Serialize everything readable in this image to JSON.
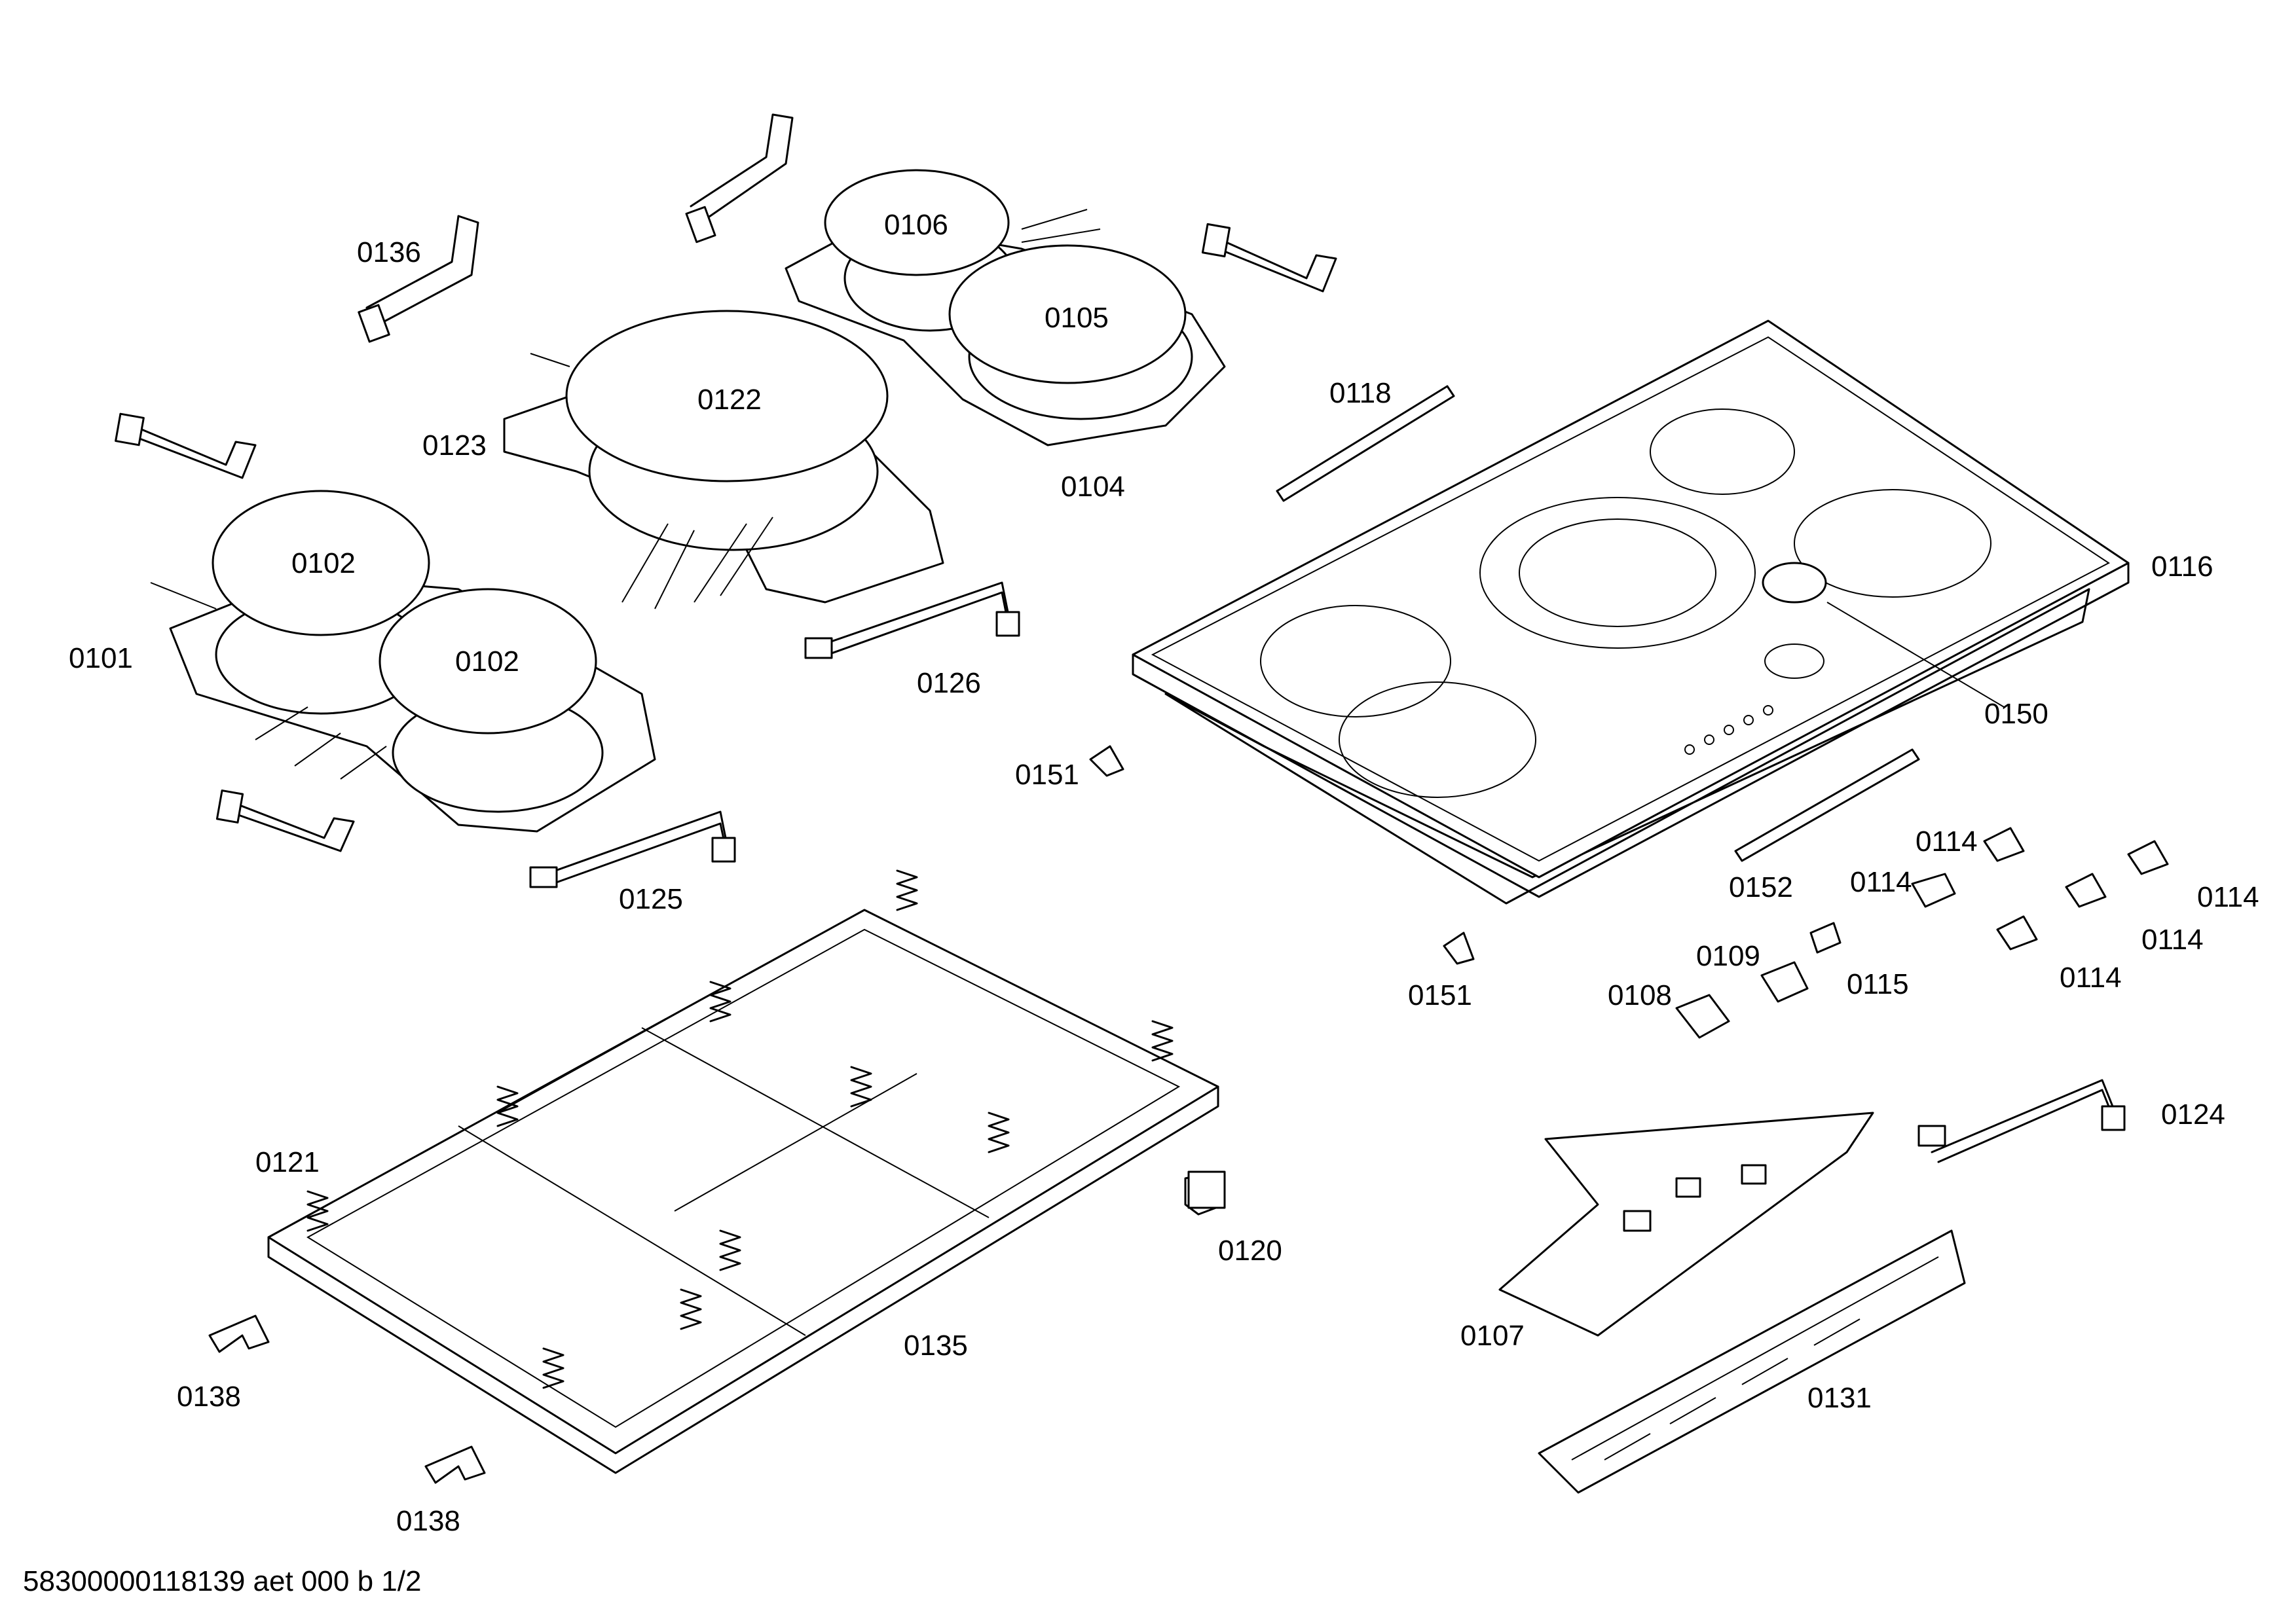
{
  "drawing": {
    "footer_text": "58300000118139 aet 000 b 1/2",
    "part_numbers": [
      "0101",
      "0102",
      "0102",
      "0104",
      "0105",
      "0106",
      "0107",
      "0108",
      "0109",
      "0114",
      "0114",
      "0114",
      "0114",
      "0114",
      "0115",
      "0116",
      "0118",
      "0120",
      "0121",
      "0122",
      "0123",
      "0124",
      "0125",
      "0126",
      "0131",
      "0135",
      "0136",
      "0138",
      "0138",
      "0150",
      "0151",
      "0151",
      "0152"
    ]
  }
}
